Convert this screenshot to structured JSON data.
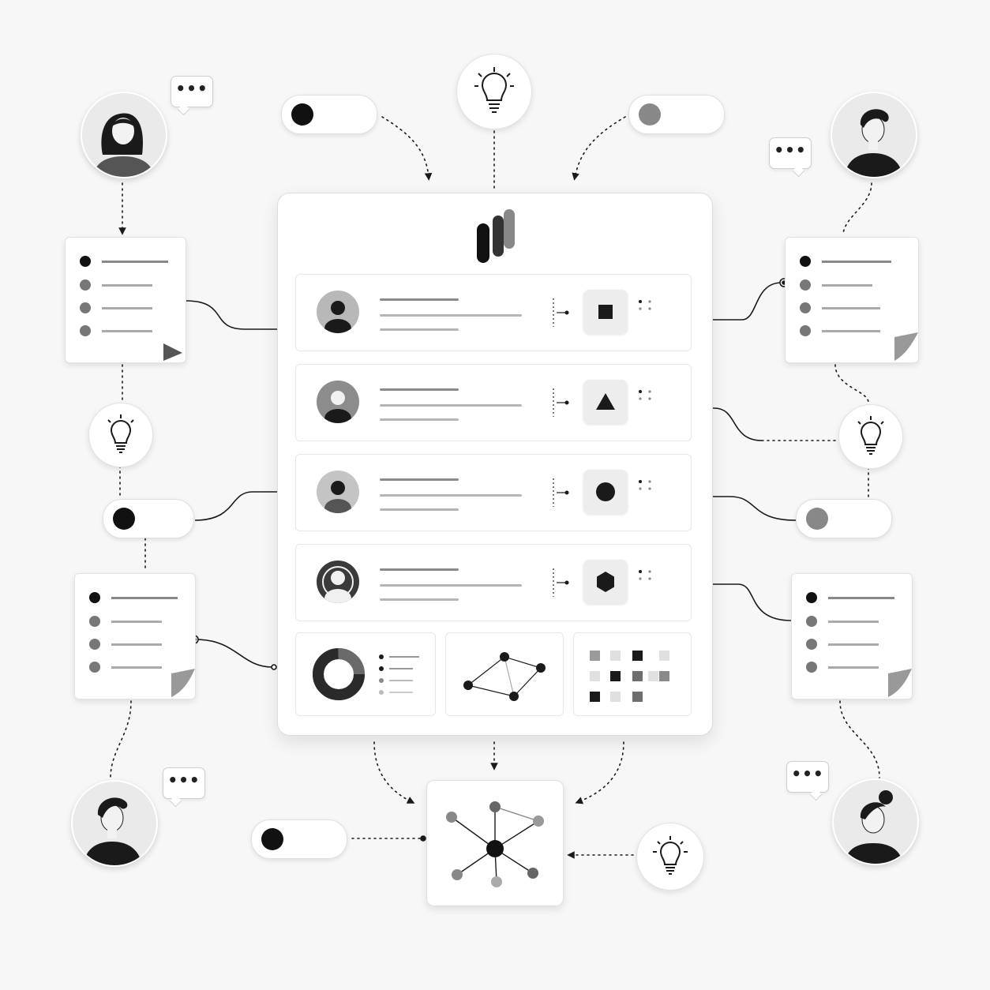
{
  "speech_bubbles": [
    {
      "text": "•••"
    },
    {
      "text": "•••"
    },
    {
      "text": "•••"
    },
    {
      "text": "•••"
    }
  ],
  "colors": {
    "background": "#f7f7f7",
    "ink": "#1a1a1a",
    "mid_gray": "#808080",
    "light_gray": "#b5b5b5"
  },
  "rows": [
    {
      "avatar": "person-icon",
      "shape": "square-icon"
    },
    {
      "avatar": "person-icon",
      "shape": "triangle-icon"
    },
    {
      "avatar": "person-icon",
      "shape": "circle-icon"
    },
    {
      "avatar": "person-icon",
      "shape": "hexagon-icon"
    }
  ],
  "toggles": [
    {
      "state": "on"
    },
    {
      "state": "off"
    },
    {
      "state": "on"
    },
    {
      "state": "off"
    },
    {
      "state": "on"
    }
  ],
  "icons": [
    "logo-icon",
    "lightbulb-icon",
    "network-icon",
    "donut-chart-icon",
    "graph-icon",
    "grid-icon",
    "document-icon"
  ]
}
